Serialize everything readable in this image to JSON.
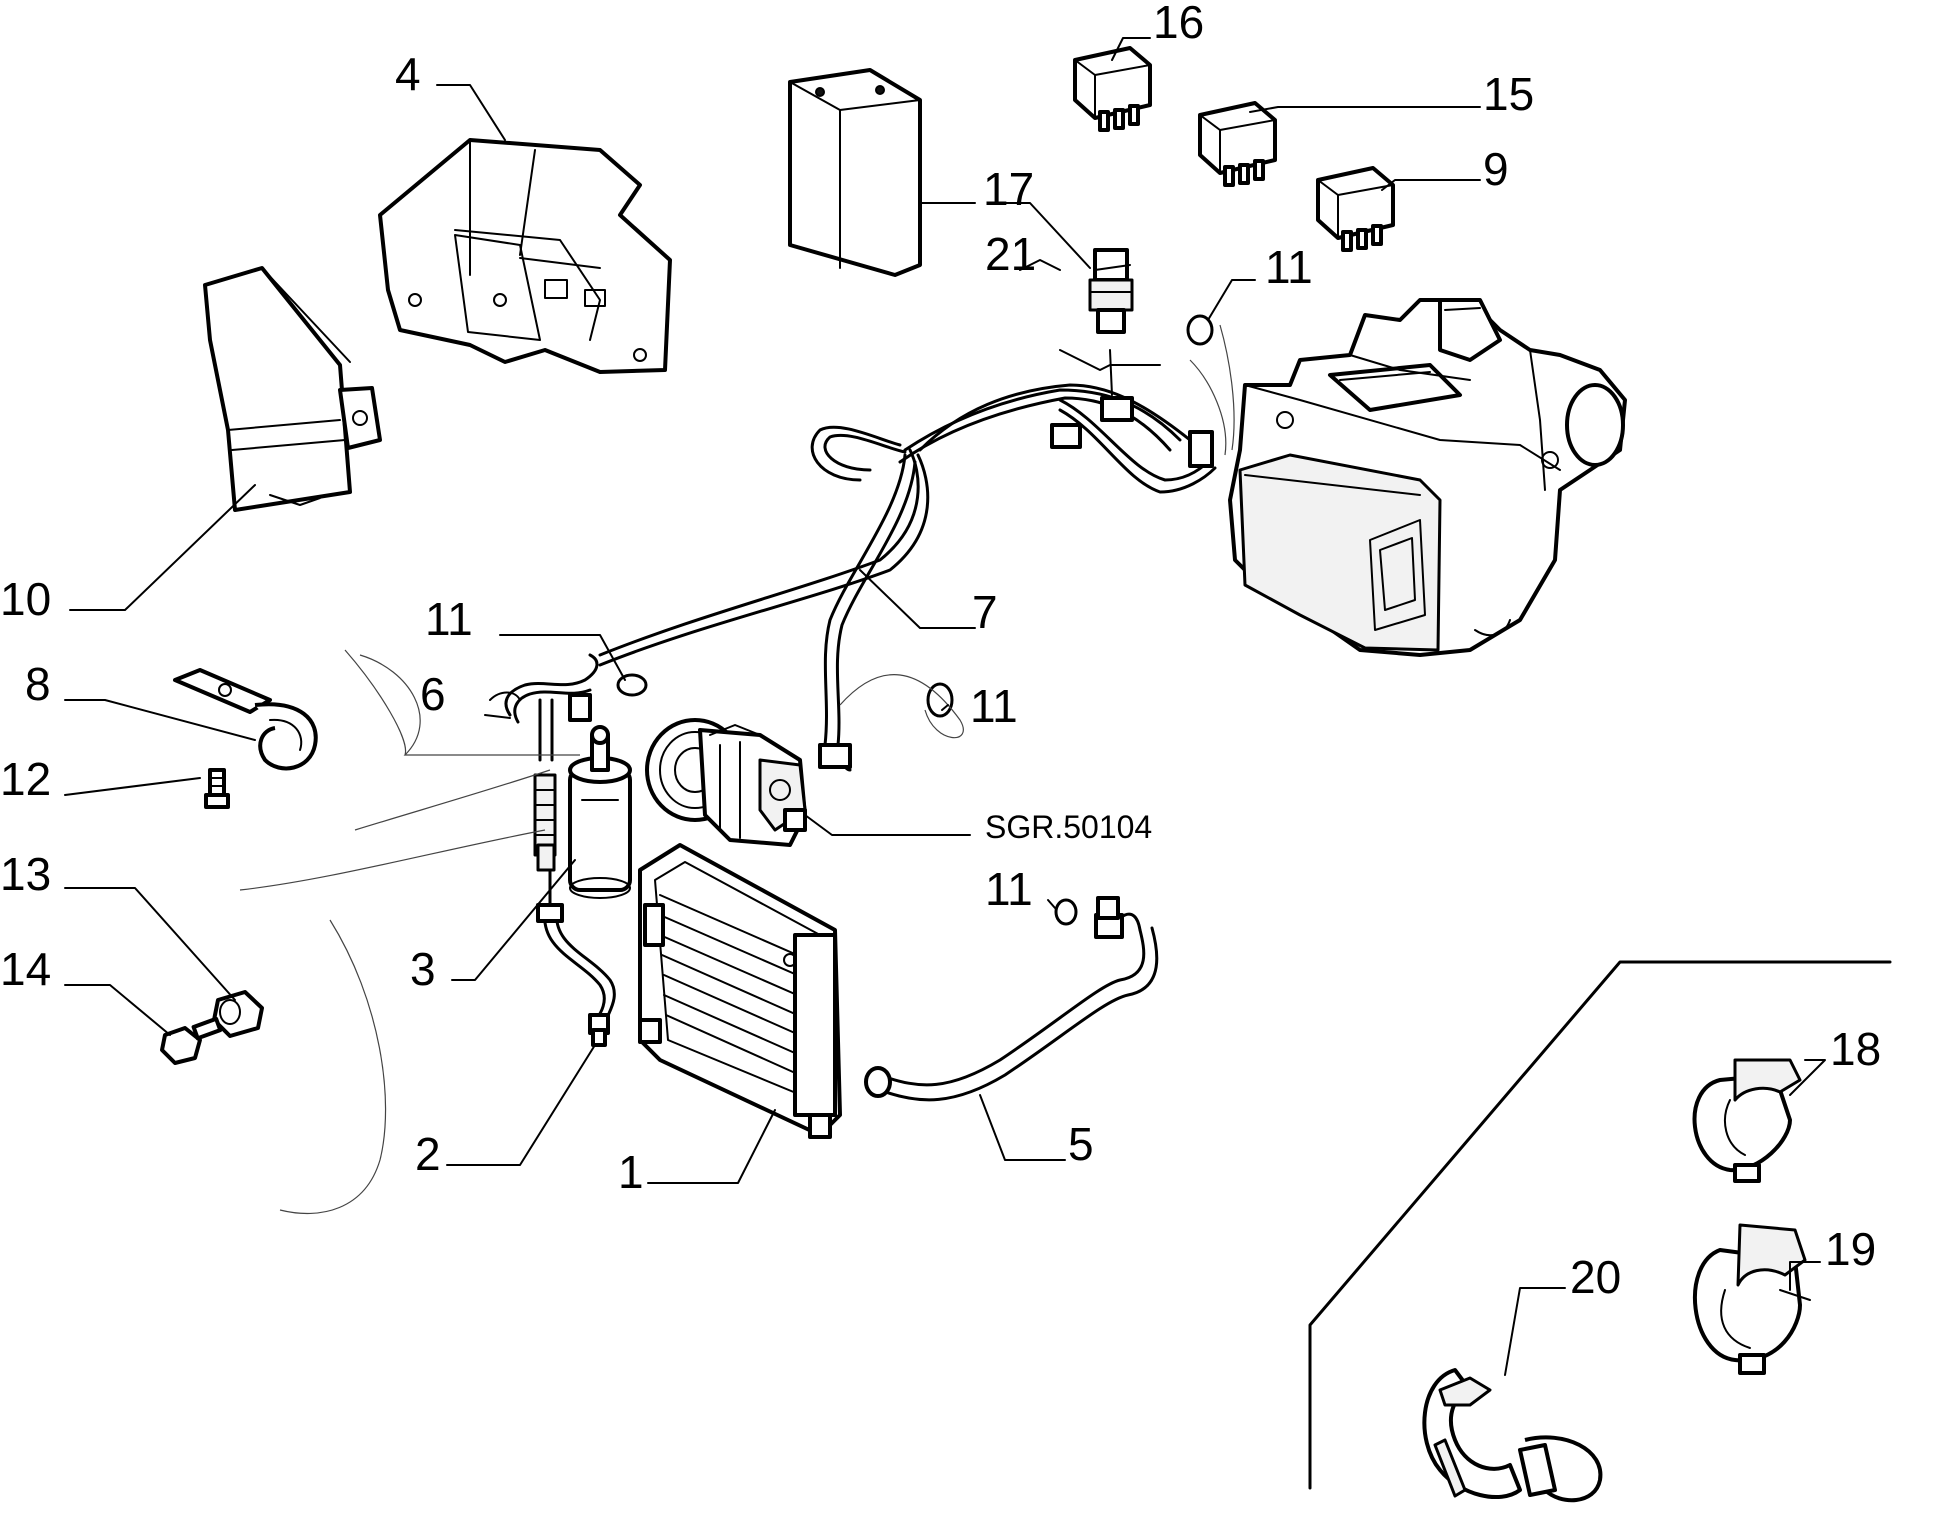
{
  "drawing_reference": "SGR.50104",
  "callouts": [
    {
      "id": "p1",
      "label": "1"
    },
    {
      "id": "p2",
      "label": "2"
    },
    {
      "id": "p3",
      "label": "3"
    },
    {
      "id": "p4",
      "label": "4"
    },
    {
      "id": "p5",
      "label": "5"
    },
    {
      "id": "p6",
      "label": "6"
    },
    {
      "id": "p7",
      "label": "7"
    },
    {
      "id": "p8",
      "label": "8"
    },
    {
      "id": "p9",
      "label": "9"
    },
    {
      "id": "p10",
      "label": "10"
    },
    {
      "id": "p11a",
      "label": "11"
    },
    {
      "id": "p11b",
      "label": "11"
    },
    {
      "id": "p11c",
      "label": "11"
    },
    {
      "id": "p11d",
      "label": "11"
    },
    {
      "id": "p12",
      "label": "12"
    },
    {
      "id": "p13",
      "label": "13"
    },
    {
      "id": "p14",
      "label": "14"
    },
    {
      "id": "p15",
      "label": "15"
    },
    {
      "id": "p16",
      "label": "16"
    },
    {
      "id": "p17",
      "label": "17"
    },
    {
      "id": "p18",
      "label": "18"
    },
    {
      "id": "p19",
      "label": "19"
    },
    {
      "id": "p20",
      "label": "20"
    },
    {
      "id": "p21",
      "label": "21"
    }
  ]
}
